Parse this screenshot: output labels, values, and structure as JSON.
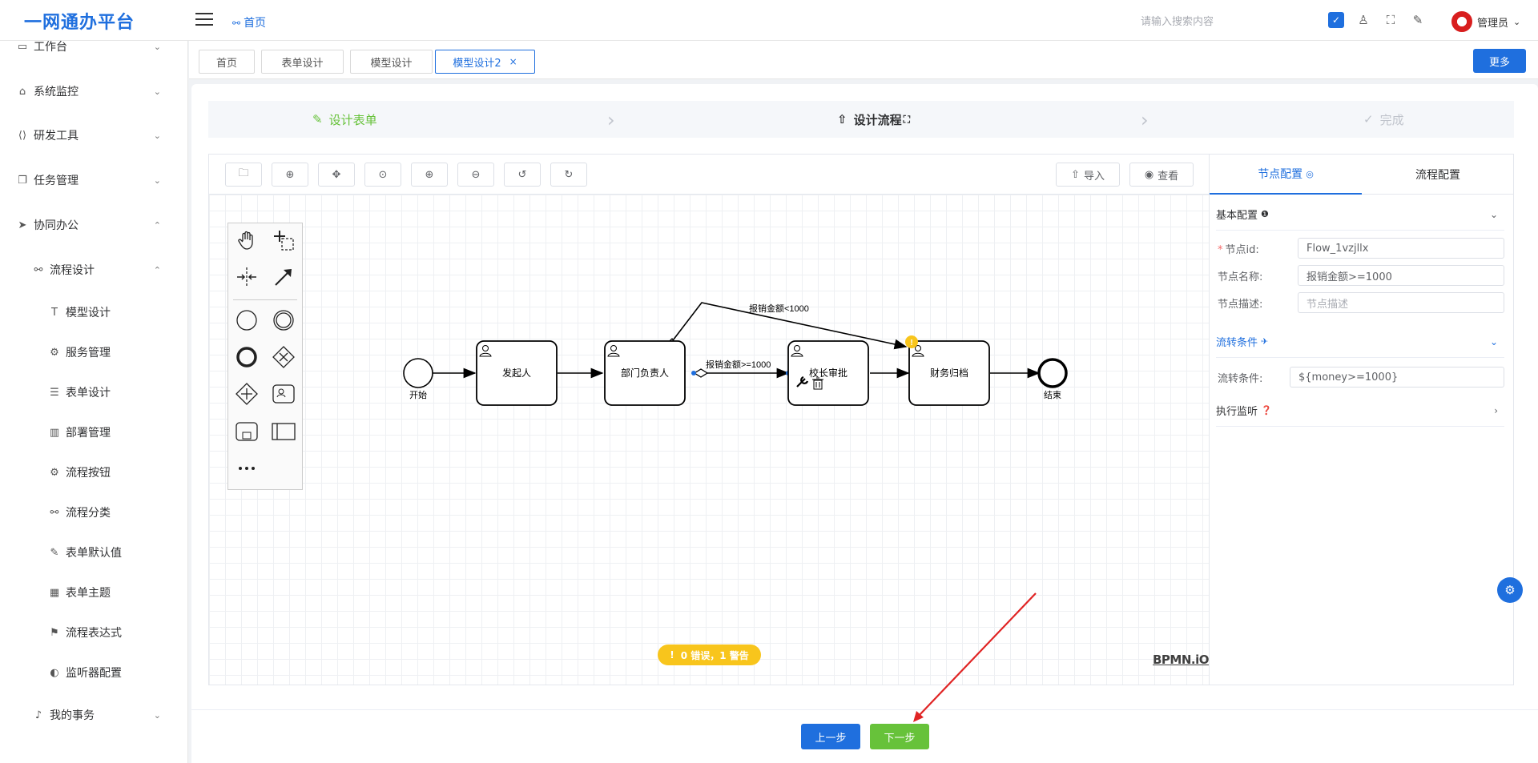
{
  "header": {
    "logo": "一网通办平台",
    "home_link": "首页",
    "search_placeholder": "请输入搜索内容",
    "user_name": "管理员"
  },
  "sidebar": {
    "items": [
      {
        "label": "工作台",
        "icon": "monitor-icon",
        "arrow": "⌄"
      },
      {
        "label": "系统监控",
        "icon": "bank-icon",
        "arrow": "⌄"
      },
      {
        "label": "研发工具",
        "icon": "code-icon",
        "arrow": "⌄"
      },
      {
        "label": "任务管理",
        "icon": "copy-icon",
        "arrow": "⌄"
      },
      {
        "label": "协同办公",
        "icon": "send-icon",
        "arrow": "⌃"
      },
      {
        "label": "流程设计",
        "icon": "flow-icon",
        "arrow": "⌃"
      },
      {
        "label": "模型设计",
        "icon": "text-icon"
      },
      {
        "label": "服务管理",
        "icon": "gear-icon"
      },
      {
        "label": "表单设计",
        "icon": "form-icon"
      },
      {
        "label": "部署管理",
        "icon": "chart-icon"
      },
      {
        "label": "流程按钮",
        "icon": "gear-icon"
      },
      {
        "label": "流程分类",
        "icon": "flow-icon"
      },
      {
        "label": "表单默认值",
        "icon": "edit-icon"
      },
      {
        "label": "表单主题",
        "icon": "calendar-icon"
      },
      {
        "label": "流程表达式",
        "icon": "flag-icon"
      },
      {
        "label": "监听器配置",
        "icon": "toggle-icon"
      },
      {
        "label": "我的事务",
        "icon": "bell-icon",
        "arrow": "⌄"
      }
    ]
  },
  "tags": {
    "items": [
      "首页",
      "表单设计",
      "模型设计",
      "模型设计2"
    ],
    "more_label": "更多"
  },
  "steps": {
    "step1": "设计表单",
    "step2": "设计流程",
    "step3": "完成"
  },
  "toolbar": {
    "import_label": "导入",
    "view_label": "查看"
  },
  "diagram": {
    "start_label": "开始",
    "end_label": "结束",
    "task1": "发起人",
    "task2": "部门负责人",
    "task3a": "校长审批",
    "task4": "财务归档",
    "flow_top": "报销金额<1000",
    "flow_mid": "报销金额>=1000"
  },
  "status": {
    "pill": "0 错误，1 警告",
    "logo": "BPMN.iO"
  },
  "panel": {
    "tab_node": "节点配置",
    "tab_flow": "流程配置",
    "basic_title": "基本配置",
    "label_id": "节点id:",
    "value_id": "Flow_1vzjllx",
    "label_name": "节点名称:",
    "value_name": "报销金额>=1000",
    "label_desc": "节点描述:",
    "placeholder_desc": "节点描述",
    "cond_title": "流转条件",
    "label_cond": "流转条件:",
    "value_cond": "${money>=1000}",
    "listener_title": "执行监听"
  },
  "footer": {
    "prev": "上一步",
    "next": "下一步"
  },
  "colors": {
    "primary": "#1f6fde",
    "success": "#67c23a",
    "warning": "#f8c51c"
  }
}
